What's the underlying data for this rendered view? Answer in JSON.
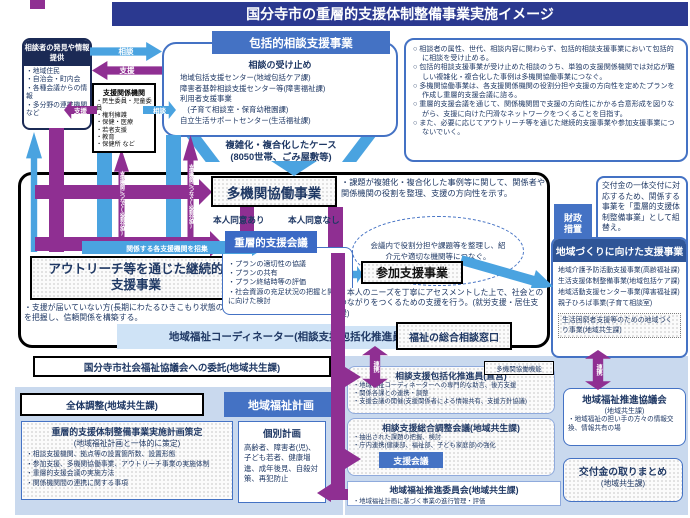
{
  "title": "国分寺市の重層的支援体制整備事業実施イメージ",
  "colors": {
    "blue_arrow": "#4aa3e0",
    "purple_arrow": "#8f2f92",
    "accent_blue": "#4472c4",
    "navy_text": "#1f3864",
    "title_bar": "#2b3990"
  },
  "discovery": {
    "header": "相談者の発見や情報提供",
    "items": [
      "・地域住民",
      "・自治会・町内会",
      "・各種会議からの情報",
      "・多分野の連携機関など"
    ]
  },
  "orgs": {
    "header": "支援関係機関",
    "items": [
      "・民生委員・児童委員",
      "・権利擁護",
      "・保健・医療",
      "・若者支援",
      "・教育",
      "・保健所 など"
    ]
  },
  "labels": {
    "consult": "相談",
    "support": "支援",
    "connect_vertical": "支援機関につなぐ(役割分担)",
    "convene": "関係する各支援機関を招集",
    "renkei": "連携",
    "consent_yes": "本人同意あり",
    "consent_no": "本人同意なし"
  },
  "comprehensive": {
    "header": "包括的相談支援事業",
    "subtitle": "相談の受け止め",
    "items": [
      "地域包括支援センター(地域包括ケア課)",
      "障害者基幹相談支援センター等(障害福祉課)",
      "利用者支援事業",
      "　(子育て相談室・保育幼稚園課)",
      "自立生活サポートセンター(生活福祉課)"
    ]
  },
  "notes": {
    "items": [
      "○ 相談者の属性、世代、相談内容に関わらず、包括的相談支援事業において包括的に相談を受け止める。",
      "○ 包括的相談支援事業が受け止めた相談のうち、単独の支援関係機関では対応が難しい複雑化・複合化した事例は多機関協働事業につなぐ。",
      "○ 多機関協働事業は、各支援関係機関の役割分担や支援の方向性を定めたプランを作成し重層的支援会議に諮る。",
      "○ 重層的支援会議を通じて、関係機関間で支援の方向性にかかる合意形成を図りながら、支援に向けた円滑なネットワークをつくることを目指す。",
      "○ また、必要に応じてアウトリーチ等を通じた継続的支援事業や参加支援事業につないでいく。"
    ]
  },
  "complex_case": {
    "line1": "複雑化・複合化したケース",
    "line2": "(8050世帯、ごみ屋敷等)"
  },
  "multi_agency": {
    "title": "多機関協働事業",
    "desc": "・課題が複雑化・複合化した事例等に関して、関係者や関係機関の役割を整理、支援の方向性を示す。"
  },
  "layered": {
    "title": "重層的支援会議",
    "items": [
      "・プランの適切性の協議",
      "・プランの共有",
      "・プラン終結時等の評価",
      "・社会資源の充足状況の把握と開発に向けた検討"
    ]
  },
  "cloud": {
    "text": "会議内で役割分担や課題等を整理し、紹介元や適切な機関等につなぐ。"
  },
  "outreach": {
    "title": "アウトリーチ等を通じた継続的支援事業",
    "desc": "・支援が届いていない方(長期にわたるひきこもり状態の方等)を把握し、信頼関係を構築する。"
  },
  "participation": {
    "title": "参加支援事業",
    "desc": "・本人のニーズを丁寧にアセスメントした上で、社会とのつながりをつくるための支援を行う。(就労支援・居住支援)"
  },
  "coordinator_bar": "地域福祉コーディネーター(相談支援包括化推進員)",
  "welfare_window": "福祉の総合相談窓口",
  "entrust_bar": "国分寺市社会福祉協議会への委託(地域共生課)",
  "fiscal": {
    "label": "財政措置",
    "note": "交付金の一体交付に対応するため、関係する事業を「重層的支援体制整備事業」として組替え。"
  },
  "community_dev": {
    "header": "地域づくりに向けた支援事業",
    "items": [
      "地域介護予防活動支援事業(高齢福祉課)",
      "生活支援体制整備事業(地域包括ケア課)",
      "地域活動支援センター事業(障害福祉課)",
      "親子ひろば事業(子育て相談室)"
    ],
    "subbox": "生活困窮者支援等のための地域づくり事業(地域共生課)"
  },
  "bottom_left": {
    "overall": "全体調整(地域共生課)",
    "plan_header": "地域福祉計画",
    "plan_box": {
      "title": "重層的支援体制整備事業実施計画策定",
      "subtitle": "(地域福祉計画と一体的に策定)",
      "items": [
        "・相談支援機関、拠点等の設置箇所数、設置形態",
        "・参加支援、多機関協働事業、アウトリーチ事業の実施体制",
        "・重層的支援会議の実施方法",
        "・関係機関間の連携に関する事項"
      ]
    },
    "individual": {
      "title": "個別計画",
      "body": "高齢者、障害者(児)、子ども若者、健康増進、成年後見、自殺対策、再犯防止"
    }
  },
  "bottom_right": {
    "function_label": "多機関協働機能",
    "promoter": {
      "title": "相談支援包括化推進員(直営)",
      "items": [
        "・地域福祉コーディネーターへの専門的な助言、後方支援",
        "・関係各課との連携・調整",
        "・支援会議の開催(支援関係者による情報共有、支援方針協議)"
      ]
    },
    "coordination": {
      "title": "相談支援総合調整会議(地域共生課)",
      "items": [
        "・抽出された課題の把握、検討",
        "・庁内連携(健康部、福祉部、子ども家庭部)の強化"
      ],
      "support_meeting": "支援会議"
    },
    "committee": {
      "title": "地域福祉推進委員会(地域共生課)",
      "desc": "・地域福祉計画に基づく事業の進行管理・評価"
    },
    "council": {
      "title": "地域福祉推進協議会",
      "sub": "(地域共生課)",
      "desc": "・地域福祉の担い手の方々の情報交換、情報共有の場"
    },
    "grant": {
      "title": "交付金の取りまとめ",
      "sub": "(地域共生課)"
    }
  }
}
